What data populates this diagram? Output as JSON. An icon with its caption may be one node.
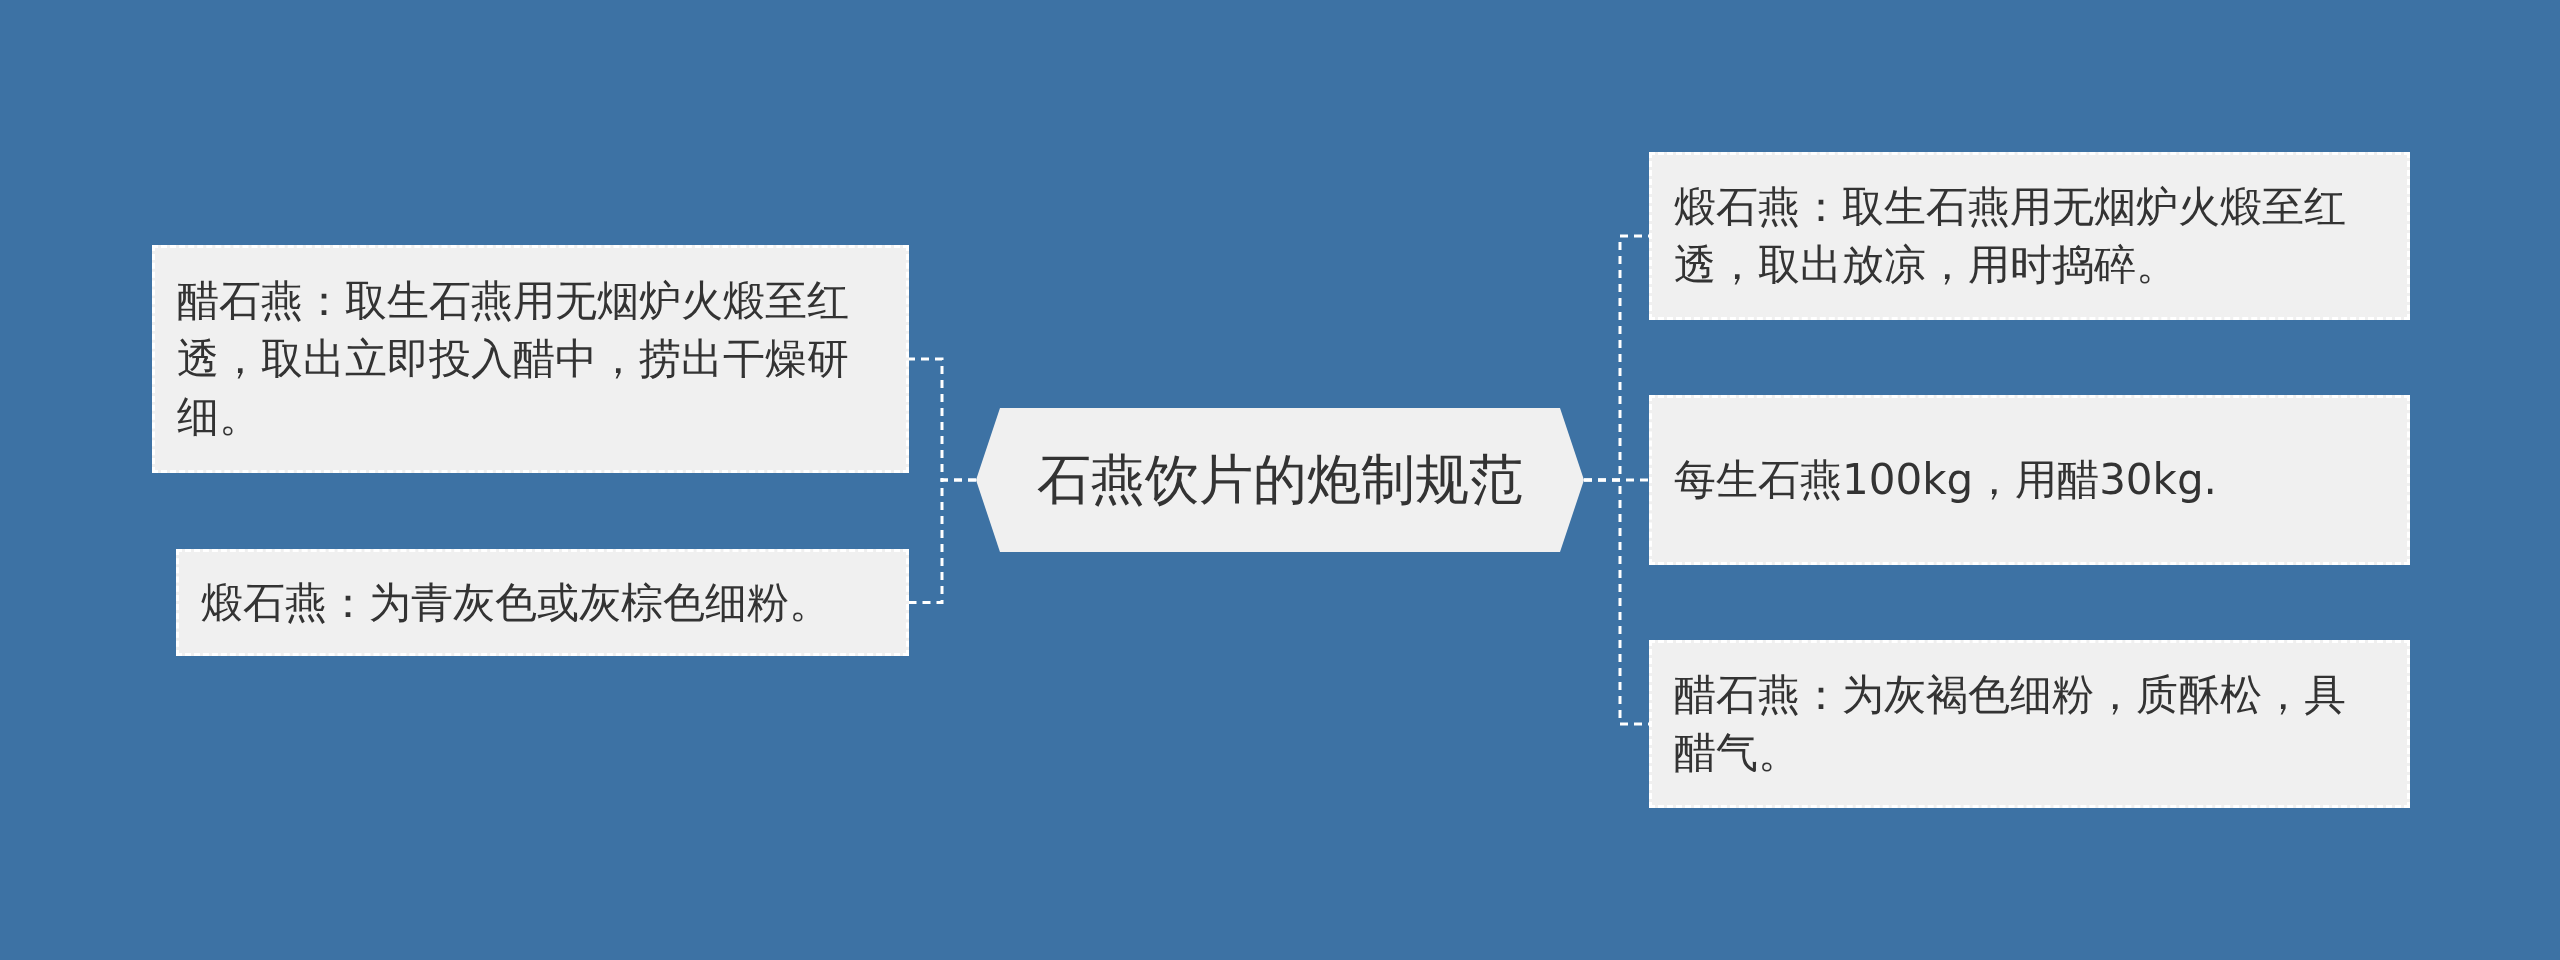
{
  "diagram": {
    "nodes": [
      {
        "text": [
          "石燕饮片的炮制规范"
        ]
      },
      {
        "text": [
          "醋石燕：取生石燕用无烟炉火煅至红透，取出立即投入醋中，捞出干燥研细。"
        ]
      },
      {
        "text": [
          "煅石燕：为青灰色或灰棕色细粉。"
        ]
      },
      {
        "text": [
          "煅石燕：取生石燕用无烟炉火煅至红透，取出放凉，用时捣碎。"
        ]
      },
      {
        "text": [
          "每生石燕100kg，用醋30kg."
        ]
      },
      {
        "text": [
          "醋石燕：为灰褐色细粉，质酥松，具醋气。"
        ]
      }
    ],
    "edges": [
      {
        "from": 0,
        "to": 1,
        "arrow": "none",
        "style": "dashed"
      },
      {
        "from": 0,
        "to": 2,
        "arrow": "none",
        "style": "dashed"
      },
      {
        "from": 0,
        "to": 3,
        "arrow": "none",
        "style": "dashed"
      },
      {
        "from": 0,
        "to": 4,
        "arrow": "none",
        "style": "dashed"
      },
      {
        "from": 0,
        "to": 5,
        "arrow": "none",
        "style": "dashed"
      }
    ]
  }
}
